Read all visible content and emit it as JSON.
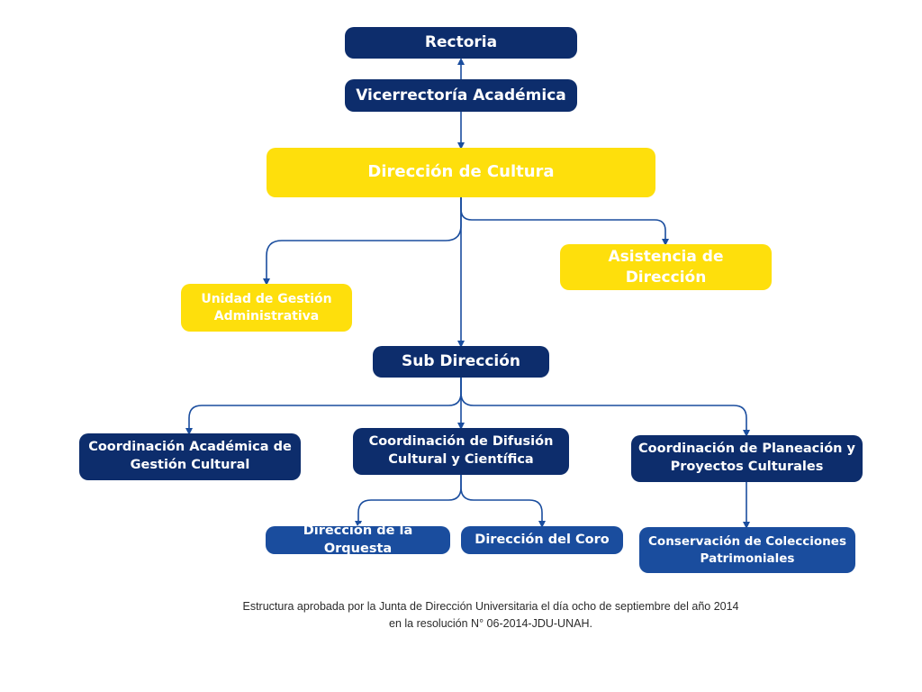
{
  "colors": {
    "navy": "#0d2d6c",
    "blue": "#1a4d9e",
    "yellow": "#fedf0c",
    "connector": "#1a4d9e"
  },
  "nodes": {
    "rectoria": "Rectoria",
    "vicerrectoria": "Vicerrectoría Académica",
    "direccion_cultura": "Dirección de Cultura",
    "unidad_gestion": [
      "Unidad de Gestión",
      "Administrativa"
    ],
    "asistencia": "Asistencia de Dirección",
    "sub_direccion": "Sub Dirección",
    "coord_academica": [
      "Coordinación Académica de",
      "Gestión Cultural"
    ],
    "coord_difusion": [
      "Coordinación de Difusión",
      "Cultural y Científica"
    ],
    "coord_planeacion": [
      "Coordinación de Planeación y",
      "Proyectos Culturales"
    ],
    "orquesta": "Dirección de la Orquesta",
    "coro": "Dirección del Coro",
    "conservacion": [
      "Conservación de Colecciones",
      "Patrimoniales"
    ]
  },
  "caption": {
    "line1": "Estructura aprobada por la Junta de Dirección Universitaria el día ocho de septiembre del año 2014",
    "line2": "en la resolución N° 06-2014-JDU-UNAH."
  }
}
